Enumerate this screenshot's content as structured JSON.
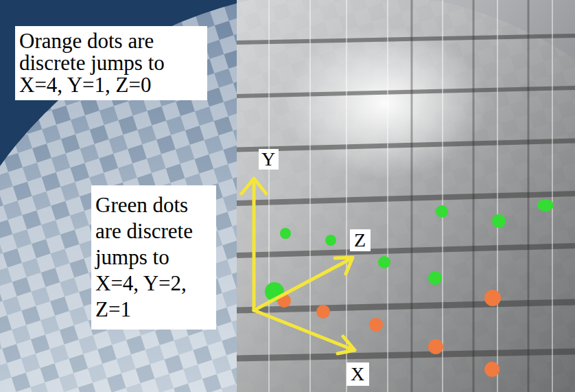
{
  "diagram": {
    "nodes": [
      {
        "text": [
          "Orange dots are discrete jumps to X=4, Y=1, Z=0"
        ]
      },
      {
        "text": [
          "Y"
        ]
      },
      {
        "text": [
          "Green dots are discrete jumps to X=4, Y=2, Z=1"
        ]
      },
      {
        "text": [
          "Z"
        ]
      },
      {
        "text": [
          "X"
        ]
      }
    ]
  }
}
